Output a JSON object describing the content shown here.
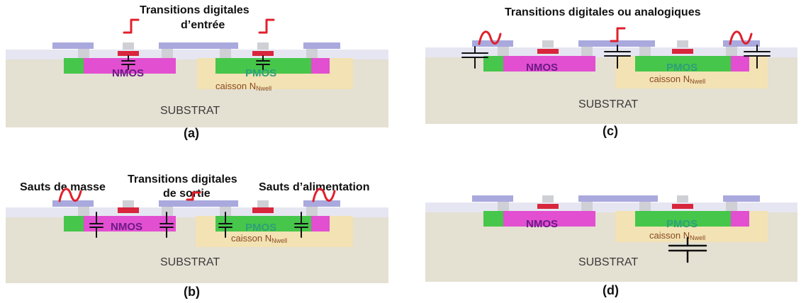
{
  "common": {
    "nmos": "NMOS",
    "pmos": "PMOS",
    "caisson": "caisson",
    "nwell": "Nwell",
    "substrat": "SUBSTRAT"
  },
  "panel_a": {
    "caption": "(a)",
    "annotation_line1": "Transitions digitales",
    "annotation_line2": "d’entrée"
  },
  "panel_b": {
    "caption": "(b)",
    "left": "Sauts de masse",
    "middle_line1": "Transitions digitales",
    "middle_line2": "de sortie",
    "right": "Sauts d’alimentation"
  },
  "panel_c": {
    "caption": "(c)",
    "annotation": "Transitions digitales ou analogiques"
  },
  "panel_d": {
    "caption": "(d)"
  },
  "colors": {
    "substrate": "#e4e0d2",
    "nwell": "#f2e2b4",
    "n_diffusion": "#e24fd0",
    "p_diffusion": "#46c64a",
    "metal": "#a9a9de",
    "gate": "#d8263c",
    "signal": "#e0202c"
  }
}
